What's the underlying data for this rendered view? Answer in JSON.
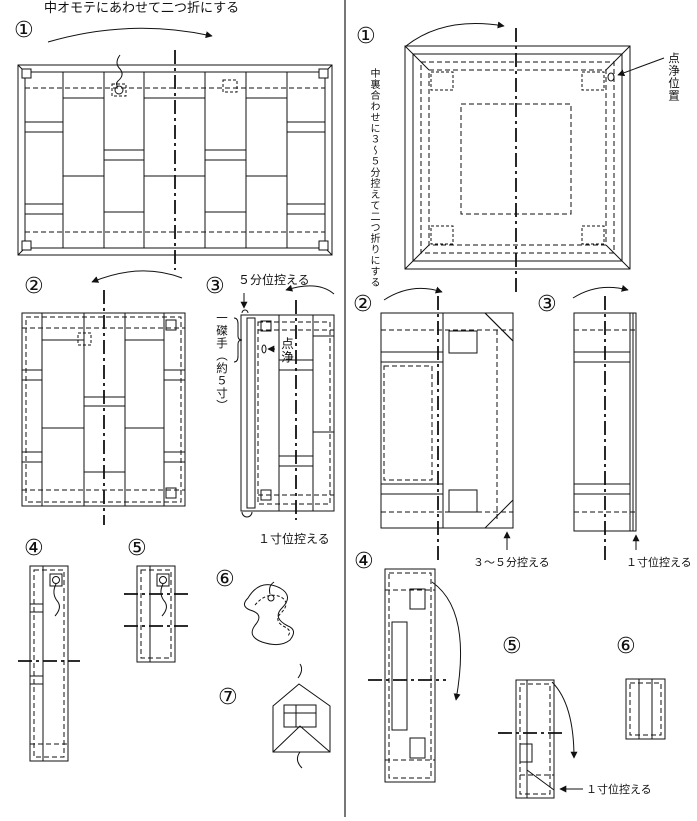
{
  "left": {
    "title": "中オモテにあわせて二つ折にする",
    "steps": [
      "①",
      "②",
      "③",
      "④",
      "⑤",
      "⑥",
      "⑦"
    ],
    "label_5bu": "５分位控える",
    "label_issun": "１寸位控える",
    "label_hitoshakute": "一磔手（約５寸）",
    "label_tenjou": "点浄"
  },
  "right": {
    "steps": [
      "①",
      "②",
      "③",
      "④",
      "⑤",
      "⑥"
    ],
    "label_tenjou_ichi": "点浄位置",
    "label_fold_note": "中裏合わせに３〜５分控えて二つ折りにする",
    "label_3_5bu": "３〜５分控える",
    "label_issun_a": "１寸位控える",
    "label_issun_b": "１寸位控える"
  },
  "colors": {
    "line": "#111111",
    "dash": "#444444",
    "divider": "#777777"
  }
}
